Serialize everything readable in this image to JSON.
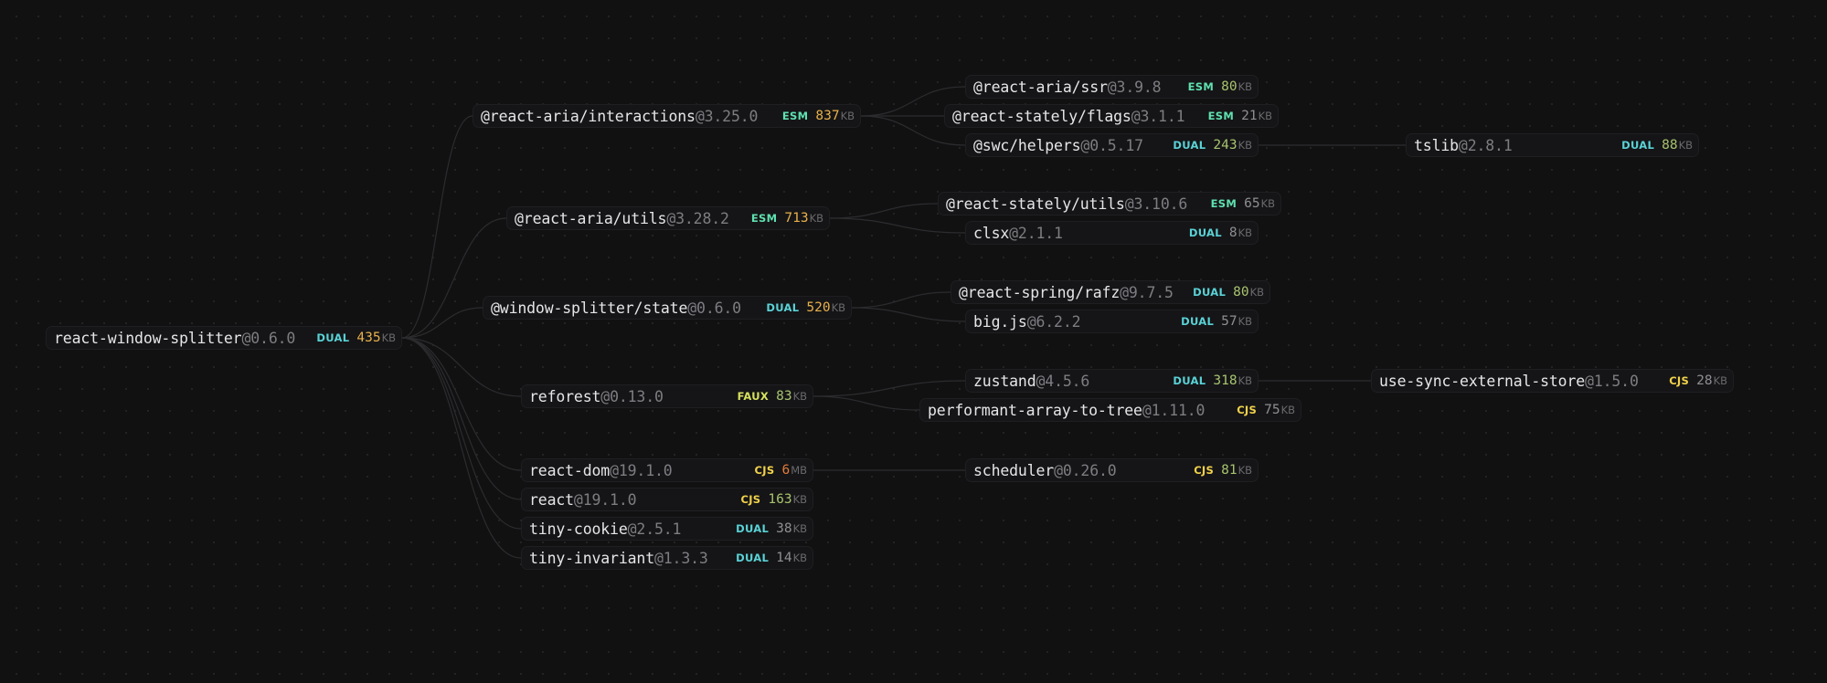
{
  "graph": {
    "root": {
      "name": "react-window-splitter",
      "version": "@0.6.0",
      "format": "DUAL",
      "size": "435",
      "unit": "KB",
      "children": [
        {
          "name": "@react-aria/interactions",
          "version": "@3.25.0",
          "format": "ESM",
          "size": "837",
          "unit": "KB",
          "children": [
            {
              "name": "@react-aria/ssr",
              "version": "@3.9.8",
              "format": "ESM",
              "size": "80",
              "unit": "KB"
            },
            {
              "name": "@react-stately/flags",
              "version": "@3.1.1",
              "format": "ESM",
              "size": "21",
              "unit": "KB"
            },
            {
              "name": "@swc/helpers",
              "version": "@0.5.17",
              "format": "DUAL",
              "size": "243",
              "unit": "KB",
              "children": [
                {
                  "name": "tslib",
                  "version": "@2.8.1",
                  "format": "DUAL",
                  "size": "88",
                  "unit": "KB"
                }
              ]
            }
          ]
        },
        {
          "name": "@react-aria/utils",
          "version": "@3.28.2",
          "format": "ESM",
          "size": "713",
          "unit": "KB",
          "children": [
            {
              "name": "@react-stately/utils",
              "version": "@3.10.6",
              "format": "ESM",
              "size": "65",
              "unit": "KB"
            },
            {
              "name": "clsx",
              "version": "@2.1.1",
              "format": "DUAL",
              "size": "8",
              "unit": "KB"
            }
          ]
        },
        {
          "name": "@window-splitter/state",
          "version": "@0.6.0",
          "format": "DUAL",
          "size": "520",
          "unit": "KB",
          "children": [
            {
              "name": "@react-spring/rafz",
              "version": "@9.7.5",
              "format": "DUAL",
              "size": "80",
              "unit": "KB"
            },
            {
              "name": "big.js",
              "version": "@6.2.2",
              "format": "DUAL",
              "size": "57",
              "unit": "KB"
            }
          ]
        },
        {
          "name": "reforest",
          "version": "@0.13.0",
          "format": "FAUX",
          "size": "83",
          "unit": "KB",
          "children": [
            {
              "name": "zustand",
              "version": "@4.5.6",
              "format": "DUAL",
              "size": "318",
              "unit": "KB",
              "children": [
                {
                  "name": "use-sync-external-store",
                  "version": "@1.5.0",
                  "format": "CJS",
                  "size": "28",
                  "unit": "KB"
                }
              ]
            },
            {
              "name": "performant-array-to-tree",
              "version": "@1.11.0",
              "format": "CJS",
              "size": "75",
              "unit": "KB"
            }
          ]
        },
        {
          "name": "react-dom",
          "version": "@19.1.0",
          "format": "CJS",
          "size": "6",
          "unit": "MB",
          "children": [
            {
              "name": "scheduler",
              "version": "@0.26.0",
              "format": "CJS",
              "size": "81",
              "unit": "KB"
            }
          ]
        },
        {
          "name": "react",
          "version": "@19.1.0",
          "format": "CJS",
          "size": "163",
          "unit": "KB"
        },
        {
          "name": "tiny-cookie",
          "version": "@2.5.1",
          "format": "DUAL",
          "size": "38",
          "unit": "KB"
        },
        {
          "name": "tiny-invariant",
          "version": "@1.3.3",
          "format": "DUAL",
          "size": "14",
          "unit": "KB"
        }
      ]
    }
  },
  "colors": {
    "background": "#111112",
    "format_esm": "#5fe0b0",
    "format_dual": "#5ad2d6",
    "format_cjs": "#f2d24a",
    "format_faux": "#d6e15e",
    "size_small": "#8f8f93",
    "size_medium": "#a8c46f",
    "size_large": "#e8b04a",
    "size_huge": "#e37a3a"
  }
}
